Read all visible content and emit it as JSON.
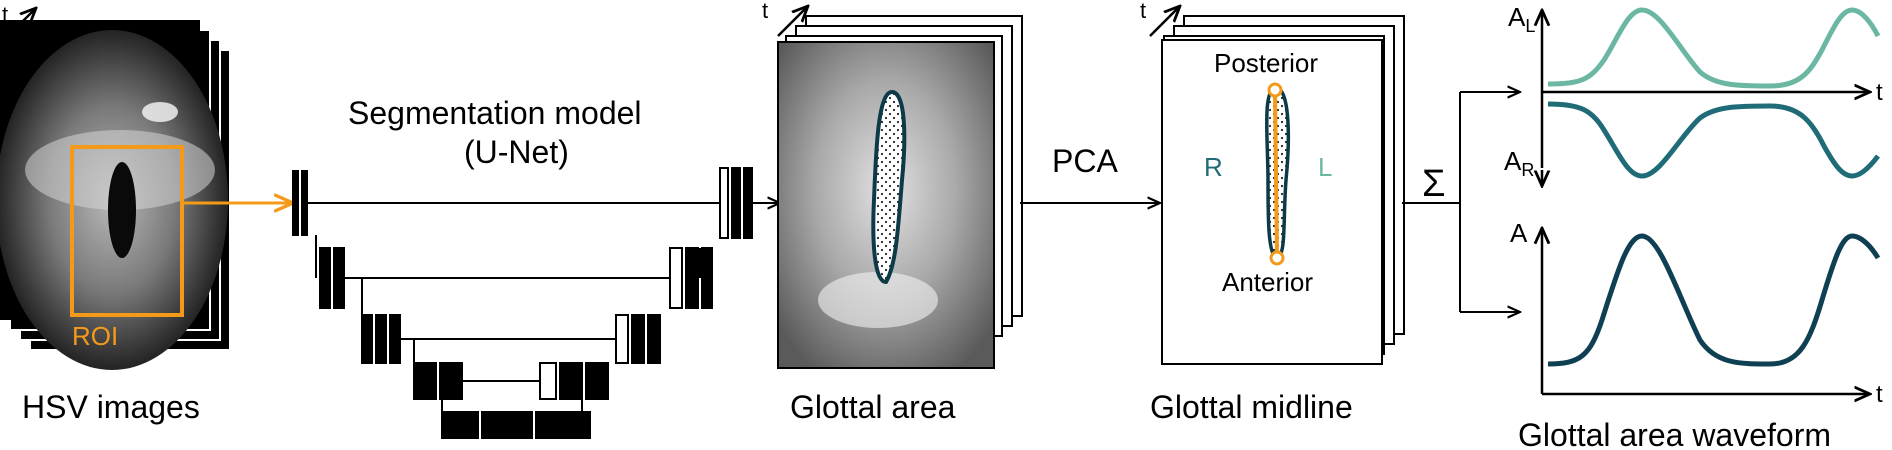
{
  "labels": {
    "time_axis": "t",
    "roi": "ROI",
    "hsv": "HSV images",
    "seg_title": "Segmentation model",
    "seg_subtitle": "(U-Net)",
    "glottal_area": "Glottal area",
    "pca": "PCA",
    "posterior": "Posterior",
    "anterior": "Anterior",
    "right": "R",
    "left": "L",
    "midline": "Glottal midline",
    "sum": "Σ",
    "waveform": "Glottal area waveform",
    "al_base": "A",
    "al_sub": "L",
    "ar_base": "A",
    "ar_sub": "R",
    "a": "A"
  },
  "colors": {
    "roi_orange": "#f39a1a",
    "curve_left": "#6bb7a3",
    "curve_right": "#1f6b78",
    "curve_total": "#0f3f52",
    "outline": "#0c3a47",
    "r_label": "#1f6b78",
    "l_label": "#6bb7a3"
  }
}
